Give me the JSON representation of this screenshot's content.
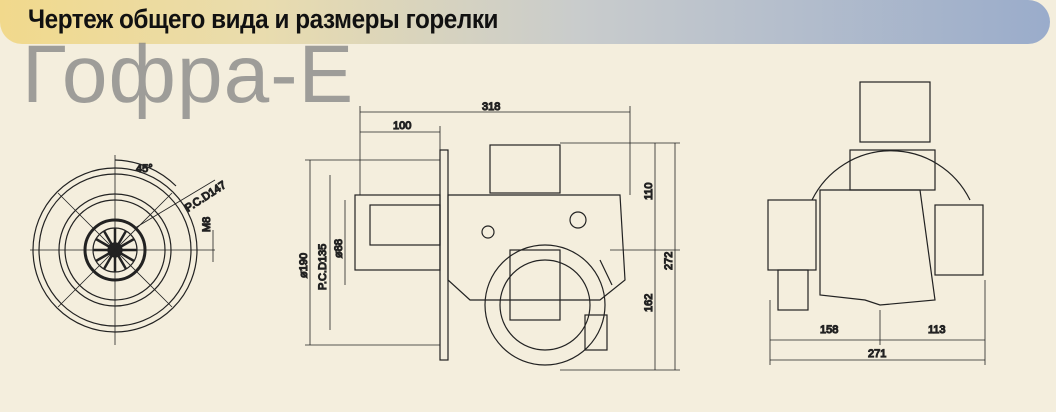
{
  "header": {
    "title": "Чертеж общего вида и размеры горелки"
  },
  "brand": {
    "name": "Гофра-Е"
  },
  "front_view": {
    "angle": "45°",
    "pcd": "P.C.D147",
    "bolt": "M8"
  },
  "side_view": {
    "overall_length": "318",
    "flange_to_front": "100",
    "dia_flange": "ø190",
    "pcd": "P.C.D135",
    "dia_tube": "ø88",
    "height_top": "110",
    "height_total": "272",
    "height_bottom": "162"
  },
  "rear_view": {
    "width_left": "158",
    "width_right": "113",
    "width_total": "271"
  },
  "colors": {
    "background": "#f4eedd",
    "line": "#222222"
  }
}
